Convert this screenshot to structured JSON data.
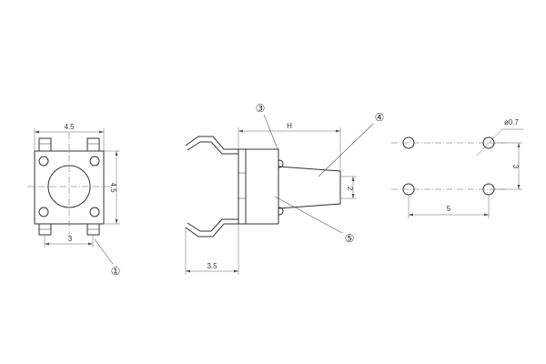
{
  "front_view": {
    "width_label": "4.5",
    "height_label": "4.5",
    "pin_pitch_label": "3",
    "callout_1": "①"
  },
  "side_view": {
    "overall_label": "H",
    "stem_label": "2",
    "lead_label": "3.5",
    "callout_3": "③",
    "callout_4": "④",
    "callout_5": "⑤"
  },
  "pcb_layout": {
    "hole_label": "ø0.7",
    "horizontal_label": "5",
    "vertical_label": "3"
  }
}
